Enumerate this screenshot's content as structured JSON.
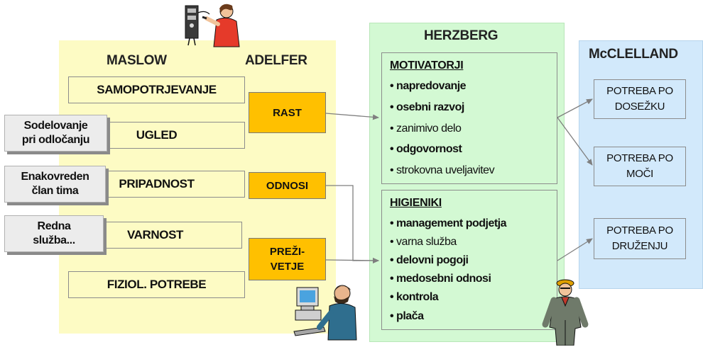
{
  "maslow": {
    "title": "MASLOW",
    "levels": [
      "SAMOPOTRJEVANJE",
      "UGLED",
      "PRIPADNOST",
      "VARNOST",
      "FIZIOL. POTREBE"
    ]
  },
  "adelfer": {
    "title": "ADELFER",
    "boxes": [
      {
        "lines": [
          "RAST"
        ]
      },
      {
        "lines": [
          "ODNOSI"
        ]
      },
      {
        "lines": [
          "PREŽI-",
          "VETJE"
        ]
      }
    ]
  },
  "side_notes": [
    {
      "lines": [
        "Sodelovanje",
        "pri odločanju"
      ]
    },
    {
      "lines": [
        "Enakovreden",
        "član tima"
      ]
    },
    {
      "lines": [
        "Redna",
        "služba..."
      ]
    }
  ],
  "herzberg": {
    "title": "HERZBERG",
    "motivatorji": {
      "heading": "MOTIVATORJI",
      "items": [
        "• napredovanje",
        "• osebni razvoj",
        "• zanimivo delo",
        "• odgovornost",
        "• strokovna uveljavitev"
      ]
    },
    "higieniki": {
      "heading": "HIGIENIKI",
      "items": [
        "• management podjetja",
        "• varna služba",
        "• delovni pogoji",
        "• medosebni odnosi",
        "• kontrola",
        "• plača"
      ]
    }
  },
  "mcclelland": {
    "title": "McCLELLAND",
    "boxes": [
      {
        "lines": [
          "POTREBA PO",
          "DOSEŽKU"
        ]
      },
      {
        "lines": [
          "POTREBA PO",
          "MOČI"
        ]
      },
      {
        "lines": [
          "POTREBA PO",
          "DRUŽENJU"
        ]
      }
    ]
  },
  "colors": {
    "maslow_panel": "#fdfbc4",
    "herzberg_panel": "#d3f9d3",
    "mcclelland_panel": "#d2e9fb",
    "adelfer_box": "#ffc000",
    "side_box": "#ececec"
  },
  "illustrations": [
    "technician-clipart",
    "computer-user-clipart",
    "worker-clipart"
  ]
}
